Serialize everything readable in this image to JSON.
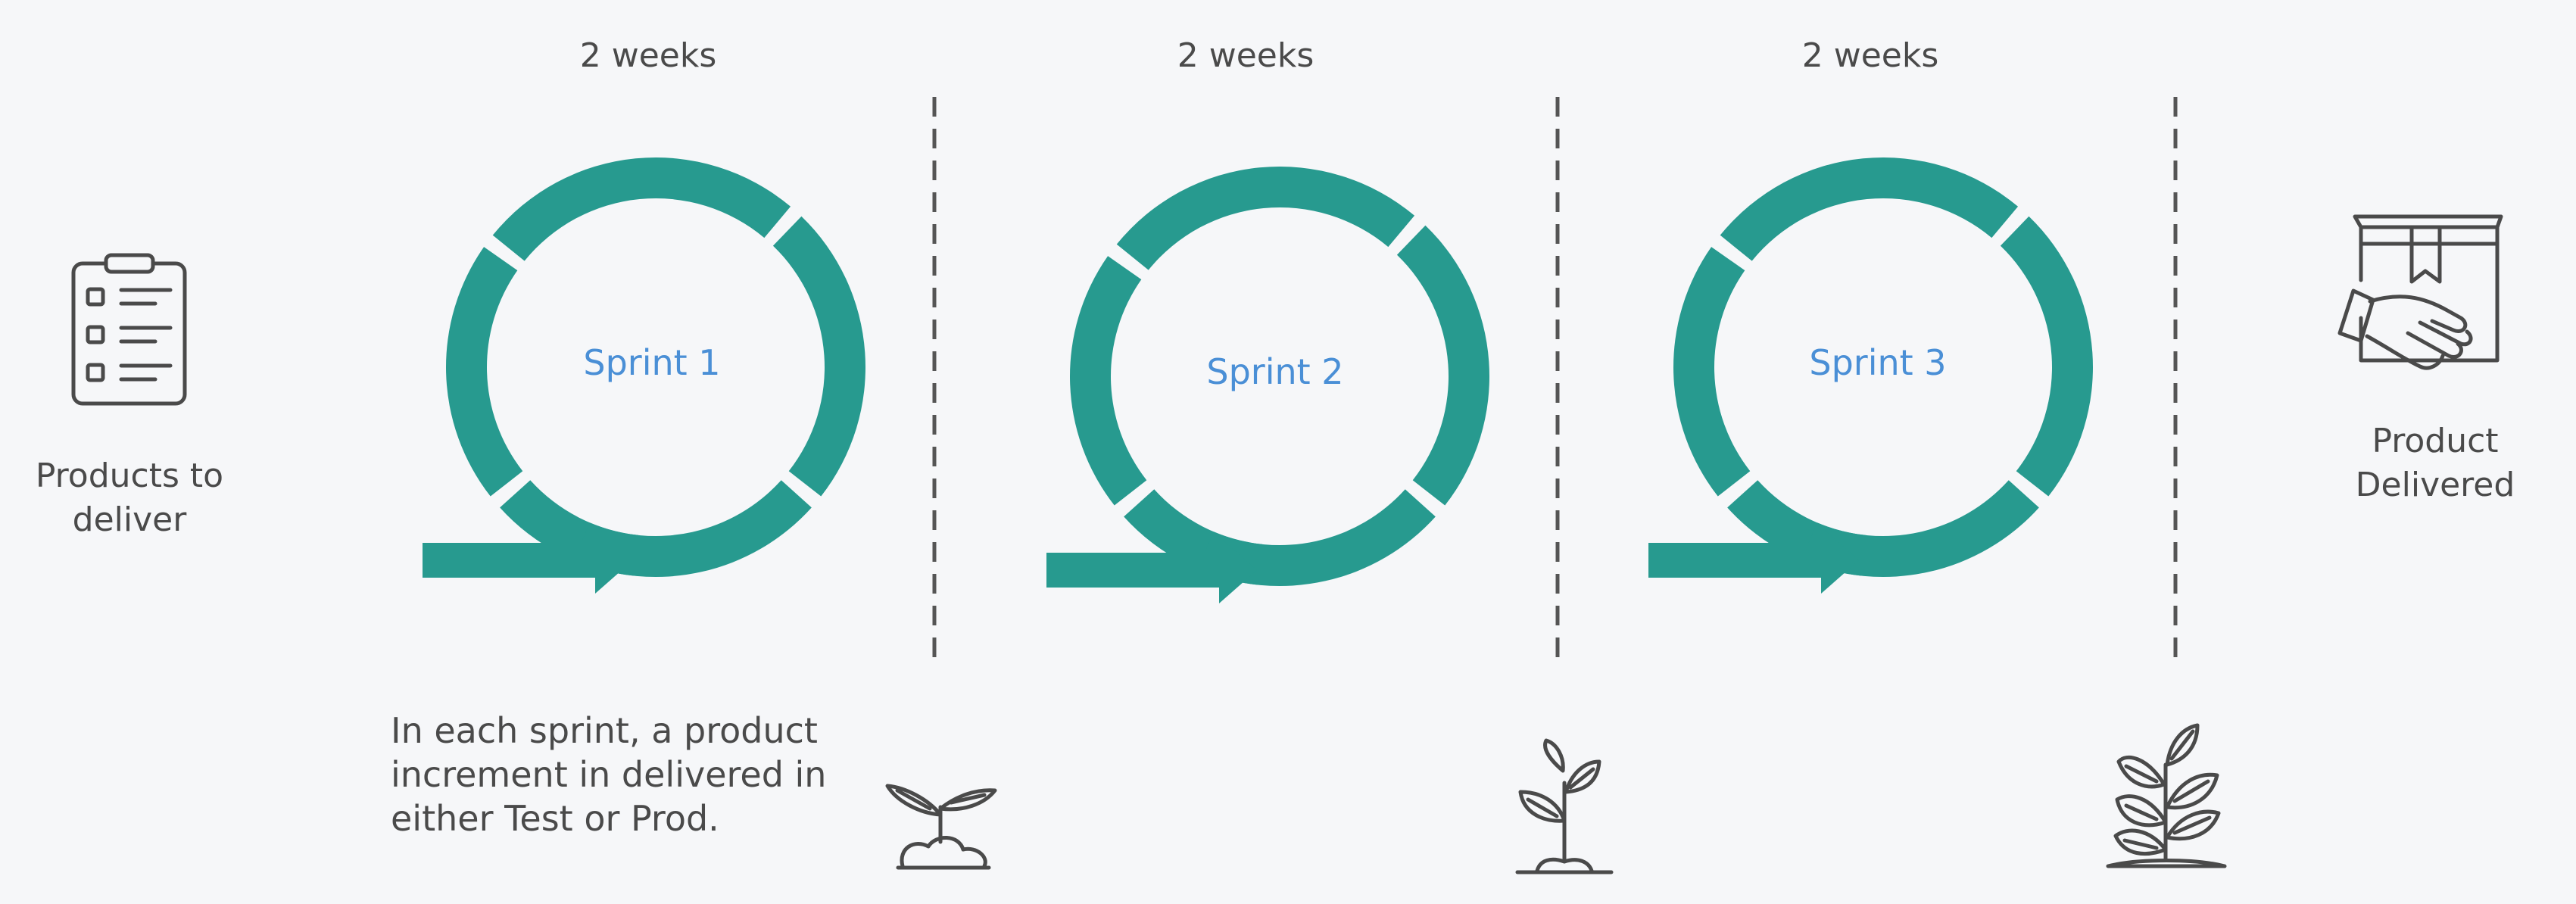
{
  "title": "",
  "intervals": [
    {
      "label": "2 weeks"
    },
    {
      "label": "2 weeks"
    },
    {
      "label": "2 weeks"
    }
  ],
  "start": {
    "label": "Products to deliver",
    "icon": "clipboard-checklist-icon"
  },
  "end": {
    "label": "Product Delivered",
    "icon": "package-handover-icon"
  },
  "sprints": [
    {
      "label": "Sprint 1"
    },
    {
      "label": "Sprint 2"
    },
    {
      "label": "Sprint 3"
    }
  ],
  "note": "In each sprint, a product increment in delivered in either Test or Prod.",
  "growth_icons": [
    "sprout-icon",
    "seedling-icon",
    "young-plant-icon"
  ],
  "colors": {
    "cycle": "#279a8f",
    "sprint_text": "#4a8fd6",
    "text": "#4a4a4a",
    "divider": "#555555",
    "icon": "#4a4a4a"
  }
}
